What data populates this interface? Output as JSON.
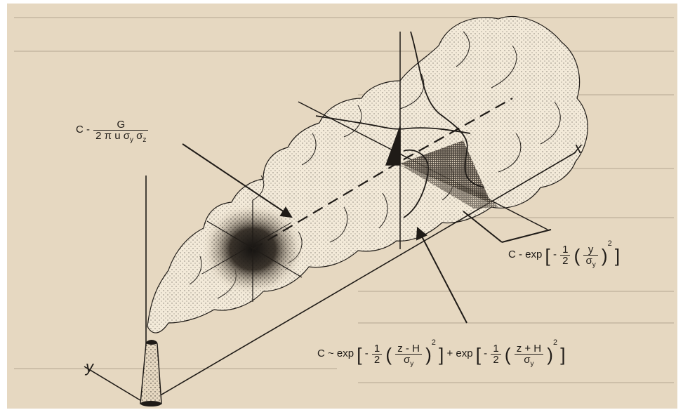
{
  "colors": {
    "paper": "#e6d8c1",
    "ink": "#1f1b17",
    "plume_fill": "#f3ead9"
  },
  "axes": {
    "x": "x",
    "y": "y"
  },
  "equations": {
    "centerline": {
      "lhs": "C -",
      "numerator": "G",
      "denominator_base": "2 π u σ",
      "sub_y": "y",
      "sigma": "σ",
      "sub_z": "z"
    },
    "lateral": {
      "lhs": "C - exp",
      "open": "[",
      "minus": "-",
      "half_num": "1",
      "half_den": "2",
      "frac_num": "y",
      "frac_den": "σ",
      "frac_den_sub": "y",
      "power": "2",
      "close": "]"
    },
    "vertical": {
      "lhs": "C ~ exp",
      "open": "[",
      "minus": "-",
      "half_num": "1",
      "half_den": "2",
      "frac1_num": "z - H",
      "frac1_den": "σ",
      "frac1_sub": "y",
      "power": "2",
      "close": "]",
      "plus": "+ exp",
      "frac2_num": "z + H",
      "frac2_den": "σ",
      "frac2_sub": "y"
    }
  }
}
